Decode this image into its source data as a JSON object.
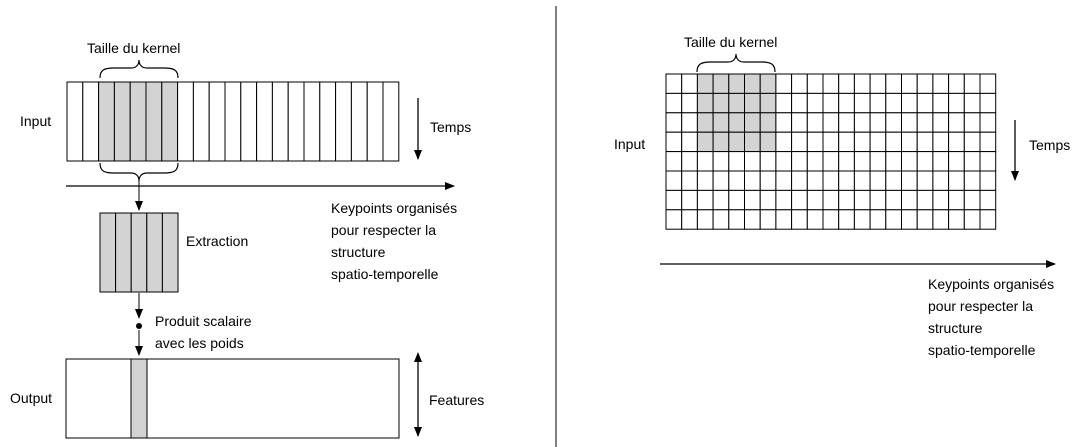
{
  "left_panel": {
    "kernel_label": "Taille du kernel",
    "input_label": "Input",
    "time_label": "Temps",
    "keypoints_lines": [
      "Keypoints organisés",
      "pour respecter la",
      "structure",
      "spatio-temporelle"
    ],
    "extraction_label": "Extraction",
    "dot_product_lines": [
      "Produit scalaire",
      "avec les poids"
    ],
    "output_label": "Output",
    "features_label": "Features"
  },
  "right_panel": {
    "kernel_label": "Taille du kernel",
    "input_label": "Input",
    "time_label": "Temps",
    "keypoints_lines": [
      "Keypoints organisés",
      "pour respecter la",
      "structure",
      "spatio-temporelle"
    ]
  },
  "colors": {
    "highlight": "#d3d3d3",
    "stroke": "#000000"
  }
}
